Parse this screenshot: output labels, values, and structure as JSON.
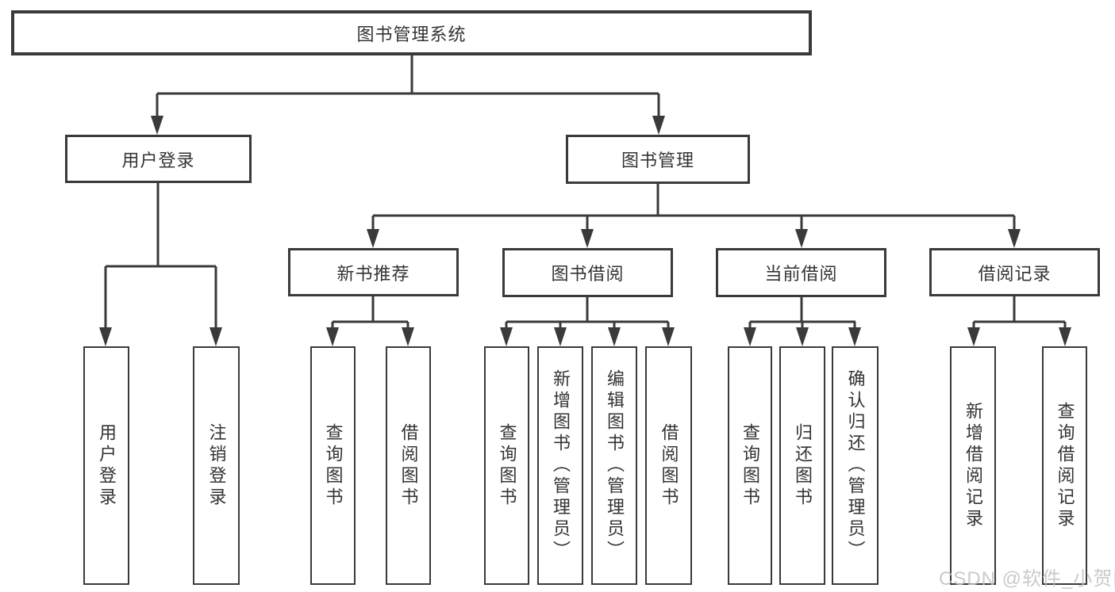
{
  "diagram": {
    "type": "hierarchy-tree",
    "orientation": "top-down"
  },
  "colors": {
    "background": "#ffffff",
    "line": "#3a3a3a",
    "text": "#333333",
    "watermark": "#c3c3c3"
  },
  "tree": {
    "root": {
      "label": "图书管理系统",
      "children": [
        {
          "label": "用户登录",
          "children": [
            {
              "label": "用户登录"
            },
            {
              "label": "注销登录"
            }
          ]
        },
        {
          "label": "图书管理",
          "children": [
            {
              "label": "新书推荐",
              "children": [
                {
                  "label": "查询图书"
                },
                {
                  "label": "借阅图书"
                }
              ]
            },
            {
              "label": "图书借阅",
              "children": [
                {
                  "label": "查询图书"
                },
                {
                  "label": "新增图书（管理员）"
                },
                {
                  "label": "编辑图书（管理员）"
                },
                {
                  "label": "借阅图书"
                }
              ]
            },
            {
              "label": "当前借阅",
              "children": [
                {
                  "label": "查询图书"
                },
                {
                  "label": "归还图书"
                },
                {
                  "label": "确认归还（管理员）"
                }
              ]
            },
            {
              "label": "借阅记录",
              "children": [
                {
                  "label": "新增借阅记录"
                },
                {
                  "label": "查询借阅记录"
                }
              ]
            }
          ]
        }
      ]
    }
  },
  "watermark": {
    "text": "CSDN @软件_小贺同学"
  }
}
